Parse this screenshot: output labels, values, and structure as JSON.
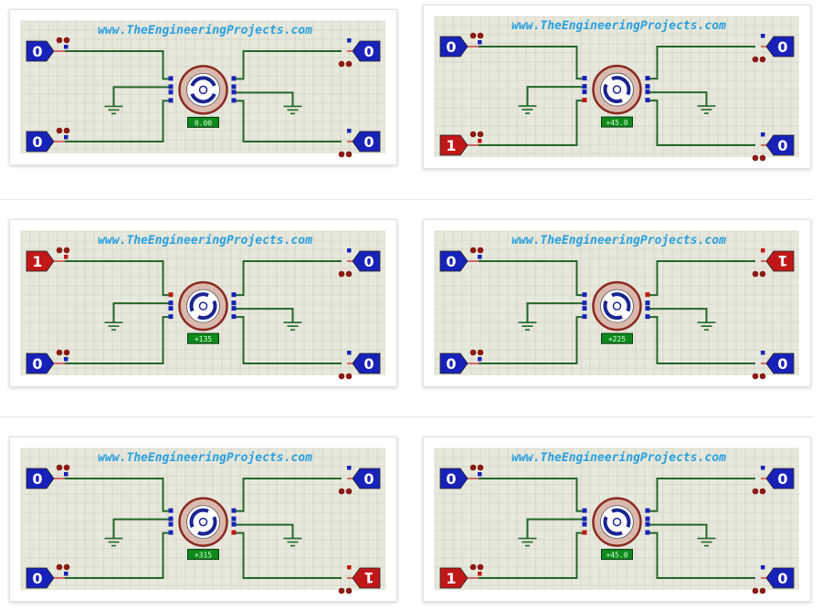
{
  "watermark": "www.TheEngineeringProjects.com",
  "colors": {
    "grid_bg": "#e7e8dc",
    "grid_line": "#c9cbbd",
    "wire": "#22662a",
    "logic_low": "#1822b8",
    "logic_high": "#c01818",
    "url_text": "#2aa0e0",
    "readout_bg": "#0e8a1c"
  },
  "panels": [
    {
      "inputs": [
        "0",
        "0",
        "0",
        "0"
      ],
      "angle": "0.00",
      "rotor_deg": 0
    },
    {
      "inputs": [
        "0",
        "1",
        "0",
        "0"
      ],
      "angle": "+45.0",
      "rotor_deg": 45
    },
    {
      "inputs": [
        "1",
        "0",
        "0",
        "0"
      ],
      "angle": "+135",
      "rotor_deg": 135
    },
    {
      "inputs": [
        "0",
        "0",
        "1",
        "0"
      ],
      "angle": "+225",
      "rotor_deg": 225
    },
    {
      "inputs": [
        "0",
        "0",
        "0",
        "1"
      ],
      "angle": "+315",
      "rotor_deg": 315
    },
    {
      "inputs": [
        "0",
        "1",
        "0",
        "0"
      ],
      "angle": "+45.0",
      "rotor_deg": 45
    }
  ]
}
